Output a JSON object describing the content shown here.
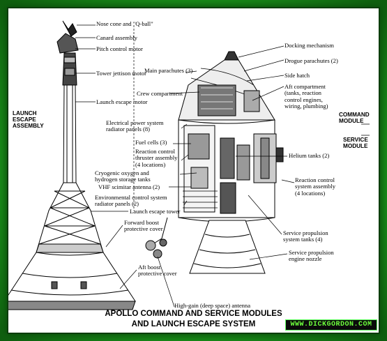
{
  "labels": {
    "nose_cone": "Nose cone and \"Q-ball\"",
    "canard": "Canard assembly",
    "pitch_motor": "Pitch control motor",
    "tower_jettison": "Tower jettison motor",
    "launch_escape_motor": "Launch escape motor",
    "docking": "Docking mechanism",
    "main_chutes": "Main parachutes (3)",
    "drogue": "Drogue parachutes (2)",
    "side_hatch": "Side hatch",
    "crew": "Crew compartment",
    "aft_compartment": "Aft compartment\n(tanks, reaction\ncontrol engines,\nwiring, plumbing)",
    "eps_radiator": "Electrical power system\nradiator panels (8)",
    "fuel_cells": "Fuel cells (3)",
    "rcs_thruster": "Reaction control\nthruster assembly\n(4 locations)",
    "cryo_tanks": "Cryogenic oxygen and\nhydrogen storage tanks",
    "vhf": "VHF scimitar antenna (2)",
    "ecs_radiator": "Environmental control system\nradiator panels (2)",
    "helium": "Helium tanks (2)",
    "rcs_assembly": "Reaction control\nsystem assembly\n(4 locations)",
    "escape_tower": "Launch escape tower",
    "forward_boost": "Forward boost\nprotective cover",
    "aft_boost": "Aft boost\nprotective cover",
    "sps_tanks": "Service propulsion\nsystem tanks (4)",
    "sps_nozzle": "Service propulsion\nengine nozzle",
    "hga": "High-gain (deep space) antenna"
  },
  "sections": {
    "les": "LAUNCH\nESCAPE\nASSEMBLY",
    "cm": "COMMAND\nMODULE",
    "sm": "SERVICE\nMODULE"
  },
  "title": {
    "line1": "APOLLO COMMAND AND SERVICE MODULES",
    "line2": "AND LAUNCH ESCAPE SYSTEM"
  },
  "logo": "WWW.DICKGORDON.COM",
  "colors": {
    "frame": "#1f9a1f",
    "logo_text": "#6cff3c"
  }
}
